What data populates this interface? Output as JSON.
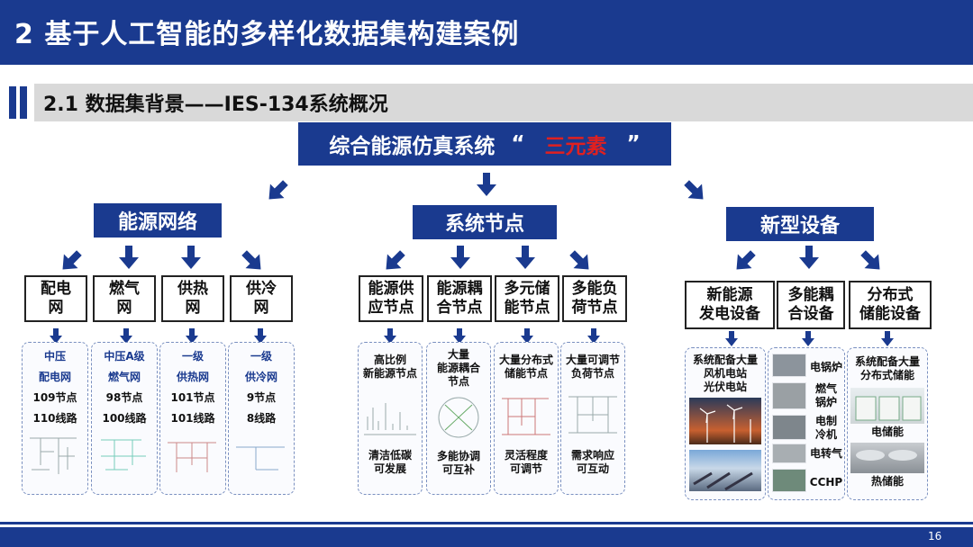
{
  "header": {
    "title": "2 基于人工智能的多样化数据集构建案例"
  },
  "section": {
    "title": "2.1 数据集背景——IES-134系统概况"
  },
  "top": {
    "label": "综合能源仿真系统",
    "quote_open": "“",
    "highlight": "三元素",
    "quote_close": "”"
  },
  "groups": {
    "network": {
      "label": "能源网络"
    },
    "node": {
      "label": "系统节点"
    },
    "equip": {
      "label": "新型设备"
    }
  },
  "network_items": [
    {
      "name": "配电\n网",
      "lines": [
        "中压",
        "配电网",
        "109节点",
        "110线路"
      ]
    },
    {
      "name": "燃气\n网",
      "lines": [
        "中压A级",
        "燃气网",
        "98节点",
        "100线路"
      ]
    },
    {
      "name": "供热\n网",
      "lines": [
        "一级",
        "供热网",
        "101节点",
        "101线路"
      ]
    },
    {
      "name": "供冷\n网",
      "lines": [
        "一级",
        "供冷网",
        "9节点",
        "8线路"
      ]
    }
  ],
  "node_items": [
    {
      "name": "能源供\n应节点",
      "desc": "高比例\n新能源节点",
      "foot": "清洁低碳\n可发展"
    },
    {
      "name": "能源耦\n合节点",
      "desc": "大量\n能源耦合\n节点",
      "foot": "多能协调\n可互补"
    },
    {
      "name": "多元储\n能节点",
      "desc": "大量分布式\n储能节点",
      "foot": "灵活程度\n可调节"
    },
    {
      "name": "多能负\n荷节点",
      "desc": "大量可调节\n负荷节点",
      "foot": "需求响应\n可互动"
    }
  ],
  "equip_items": [
    {
      "name": "新能源\n发电设备",
      "desc": "系统配备大量\n风机电站\n光伏电站"
    },
    {
      "name": "多能耦\n合设备",
      "labels": [
        "电锅炉",
        "燃气\n锅炉",
        "电制\n冷机",
        "电转气",
        "CCHP"
      ]
    },
    {
      "name": "分布式\n储能设备",
      "desc": "系统配备大量\n分布式储能",
      "labels": [
        "电储能",
        "热储能"
      ]
    }
  ],
  "footer": {
    "page": "16"
  },
  "colors": {
    "navy": "#1a3a8f",
    "red": "#e02020",
    "panel_border": "#7a90c0"
  }
}
